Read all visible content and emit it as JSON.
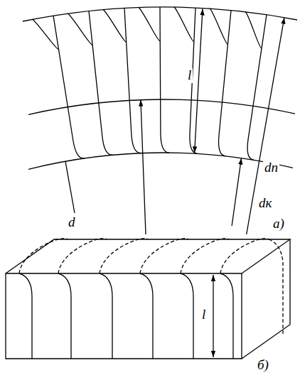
{
  "diagram": {
    "labels": [
      "l",
      "d",
      "dп",
      "dк",
      "а)",
      "l",
      "б)"
    ]
  }
}
